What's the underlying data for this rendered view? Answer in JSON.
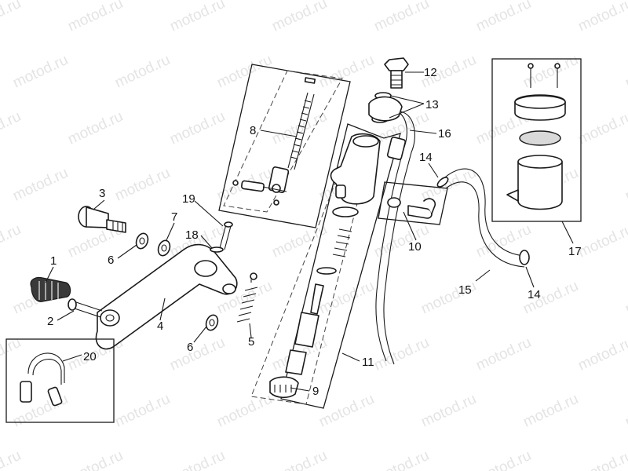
{
  "watermark": "motod.ru",
  "callouts": [
    "1",
    "2",
    "3",
    "4",
    "5",
    "6",
    "6",
    "7",
    "8",
    "9",
    "10",
    "11",
    "12",
    "13",
    "14",
    "14",
    "15",
    "16",
    "17",
    "18",
    "19",
    "20"
  ],
  "parts": [
    {
      "ref": "1",
      "icon": "footrest-rubber-icon"
    },
    {
      "ref": "2",
      "icon": "pivot-pin-icon"
    },
    {
      "ref": "3",
      "icon": "shouldered-bolt-icon"
    },
    {
      "ref": "4",
      "icon": "brake-pedal-lever-icon"
    },
    {
      "ref": "5",
      "icon": "return-spring-icon"
    },
    {
      "ref": "6",
      "icon": "washer-icon"
    },
    {
      "ref": "7",
      "icon": "washer-icon"
    },
    {
      "ref": "8",
      "icon": "pushrod-assembly-icon"
    },
    {
      "ref": "9",
      "icon": "piston-kit-icon"
    },
    {
      "ref": "10",
      "icon": "reservoir-fitting-icon"
    },
    {
      "ref": "11",
      "icon": "master-cylinder-icon"
    },
    {
      "ref": "12",
      "icon": "banjo-bolt-icon"
    },
    {
      "ref": "13",
      "icon": "copper-washer-icon"
    },
    {
      "ref": "14",
      "icon": "hose-clamp-icon"
    },
    {
      "ref": "15",
      "icon": "reservoir-hose-icon"
    },
    {
      "ref": "16",
      "icon": "brake-pipe-icon"
    },
    {
      "ref": "17",
      "icon": "fluid-reservoir-icon"
    },
    {
      "ref": "18",
      "icon": "cotter-pin-icon"
    },
    {
      "ref": "19",
      "icon": "screw-icon"
    },
    {
      "ref": "20",
      "icon": "stop-light-switch-icon"
    }
  ]
}
